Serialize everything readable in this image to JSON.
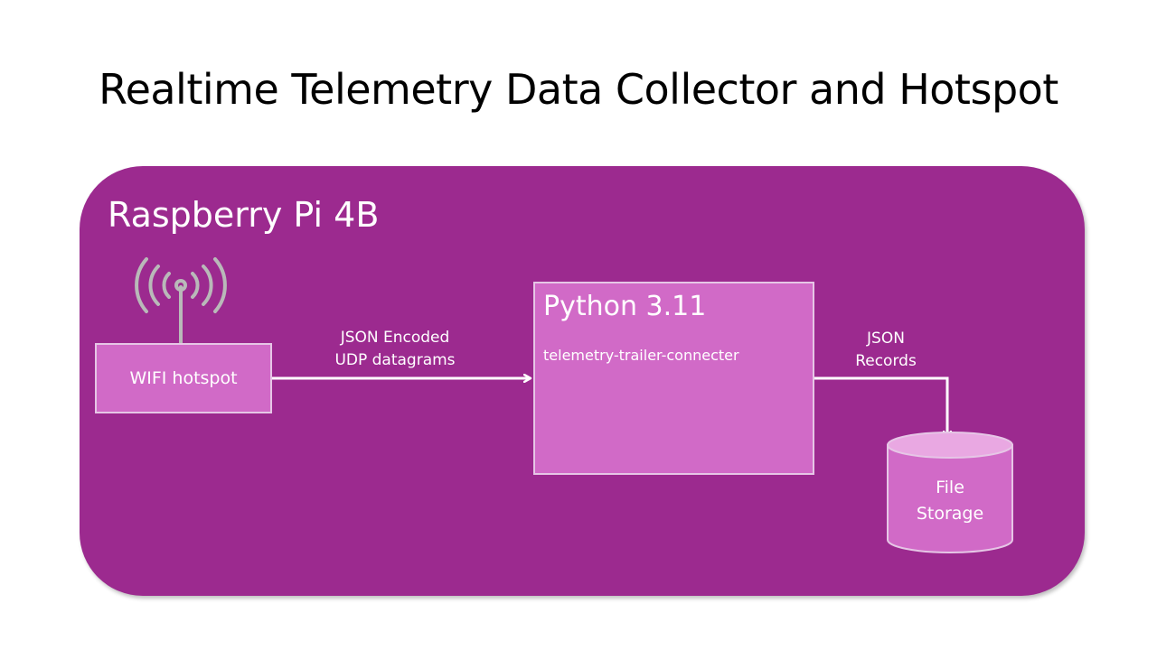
{
  "title": "Realtime Telemetry Data Collector and Hotspot",
  "container": {
    "label": "Raspberry Pi 4B",
    "color": "#9c2a8f"
  },
  "nodes": {
    "wifi": {
      "label": "WIFI hotspot",
      "icon": "wifi-antenna-icon",
      "fill": "#d16ac7"
    },
    "python": {
      "title": "Python 3.11",
      "subtitle": "telemetry-trailer-connecter",
      "fill": "#d16ac7"
    },
    "storage": {
      "line1": "File",
      "line2": "Storage",
      "fill": "#d16ac7",
      "top_fill": "#e9a8e2"
    }
  },
  "edges": {
    "wifi_to_python": {
      "line1": "JSON Encoded",
      "line2": "UDP datagrams"
    },
    "python_to_storage": {
      "line1": "JSON",
      "line2": "Records"
    }
  },
  "colors": {
    "arrow": "#ffffff",
    "antenna": "#b9b9b9",
    "box_border": "#e6c6e6"
  }
}
